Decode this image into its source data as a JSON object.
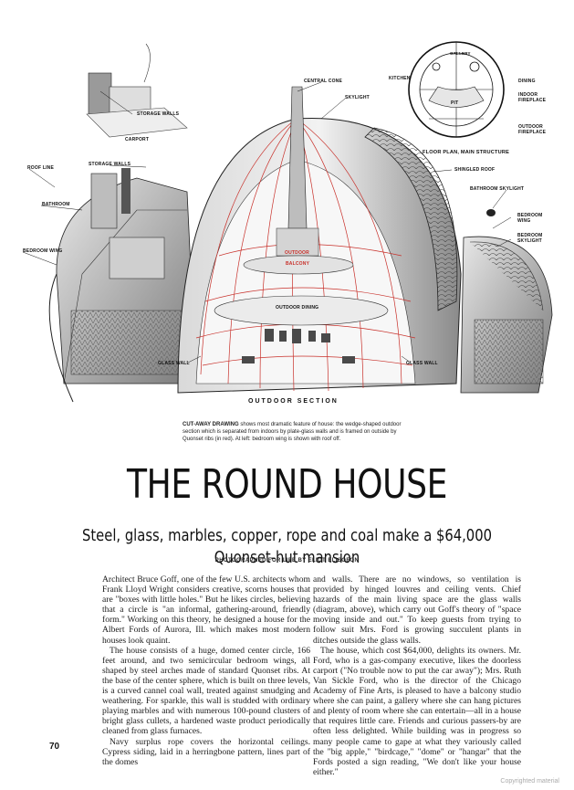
{
  "figure": {
    "labels": {
      "central_cone": "CENTRAL CONE",
      "skylight": "SKYLIGHT",
      "storage_walls_top": "STORAGE WALLS",
      "carport": "CARPORT",
      "roof_line": "ROOF LINE",
      "storage_walls_mid": "STORAGE WALLS",
      "bathroom": "BATHROOM",
      "bedroom_wing_left": "BEDROOM WING",
      "floor_plan": "FLOOR PLAN, MAIN STRUCTURE",
      "shingled_roof": "SHINGLED ROOF",
      "bathroom_skylight": "BATHROOM SKYLIGHT",
      "bedroom_wing_right": "BEDROOM WING",
      "bedroom_skylight": "BEDROOM SKYLIGHT",
      "outdoor": "OUTDOOR",
      "balcony": "BALCONY",
      "outdoor_dining": "OUTDOOR DINING",
      "glass_wall_left": "GLASS WALL",
      "glass_wall_right": "GLASS WALL",
      "outdoor_section": "OUTDOOR SECTION"
    },
    "plan_labels": {
      "gallery": "GALLERY",
      "kitchen": "KITCHEN",
      "dining": "DINING",
      "indoor_fireplace": "INDOOR FIREPLACE",
      "pit": "PIT",
      "outdoor_fireplace": "OUTDOOR FIREPLACE"
    }
  },
  "caption": {
    "lead": "CUT-AWAY DRAWING",
    "text": " shows most dramatic feature of house: the wedge-shaped outdoor section which is separated from indoors by plate-glass walls and is framed on outside by Quonset ribs (in red). At left: bedroom wing is shown with roof off."
  },
  "title": "THE ROUND HOUSE",
  "subtitle": "Steel, glass, marbles, copper, rope and coal make a $64,000 Quonset-hut mansion",
  "credit": "PHOTOGRAPHED FOR LIFE BY ELIOT ELISOFON",
  "body": {
    "col1": [
      "Architect Bruce Goff, one of the few U.S. architects whom Frank Lloyd Wright considers creative, scorns houses that are \"boxes with little holes.\" But he likes circles, believing that a circle is \"an informal, gathering-around, friendly form.\" Working on this theory, he designed a house for the Albert Fords of Aurora, Ill. which makes most modern houses look quaint.",
      "The house consists of a huge, domed center circle, 166 feet around, and two semicircular bedroom wings, all shaped by steel arches made of standard Quonset ribs. At the base of the center sphere, which is built on three levels, is a curved cannel coal wall, treated against smudging and weathering. For sparkle, this wall is studded with ordinary playing marbles and with numerous 100-pound clusters of bright glass cullets, a hardened waste product periodically cleaned from glass furnaces.",
      "Navy surplus rope covers the horizontal ceilings. Cypress siding, laid in a herringbone pattern, lines part of the domes"
    ],
    "col2": [
      "and walls. There are no windows, so ventilation is provided by hinged louvres and ceiling vents. Chief hazards of the main living space are the glass walls (diagram, above), which carry out Goff's theory of \"space moving inside and out.\" To keep guests from trying to follow suit Mrs. Ford is growing succulent plants in ditches outside the glass walls.",
      "The house, which cost $64,000, delights its owners. Mr. Ford, who is a gas-company executive, likes the doorless carport (\"No trouble now to put the car away\"); Mrs. Ruth Van Sickle Ford, who is the director of the Chicago Academy of Fine Arts, is pleased to have a balcony studio where she can paint, a gallery where she can hang pictures and plenty of room where she can entertain—all in a house that requires little care. Friends and curious passers-by are often less delighted. While building was in progress so many people came to gape at what they variously called the \"big apple,\" \"birdcage,\" \"dome\" or \"hangar\" that the Fords posted a sign reading, \"We don't like your house either.\""
    ]
  },
  "page_number": "70",
  "watermark": "Copyrighted material"
}
